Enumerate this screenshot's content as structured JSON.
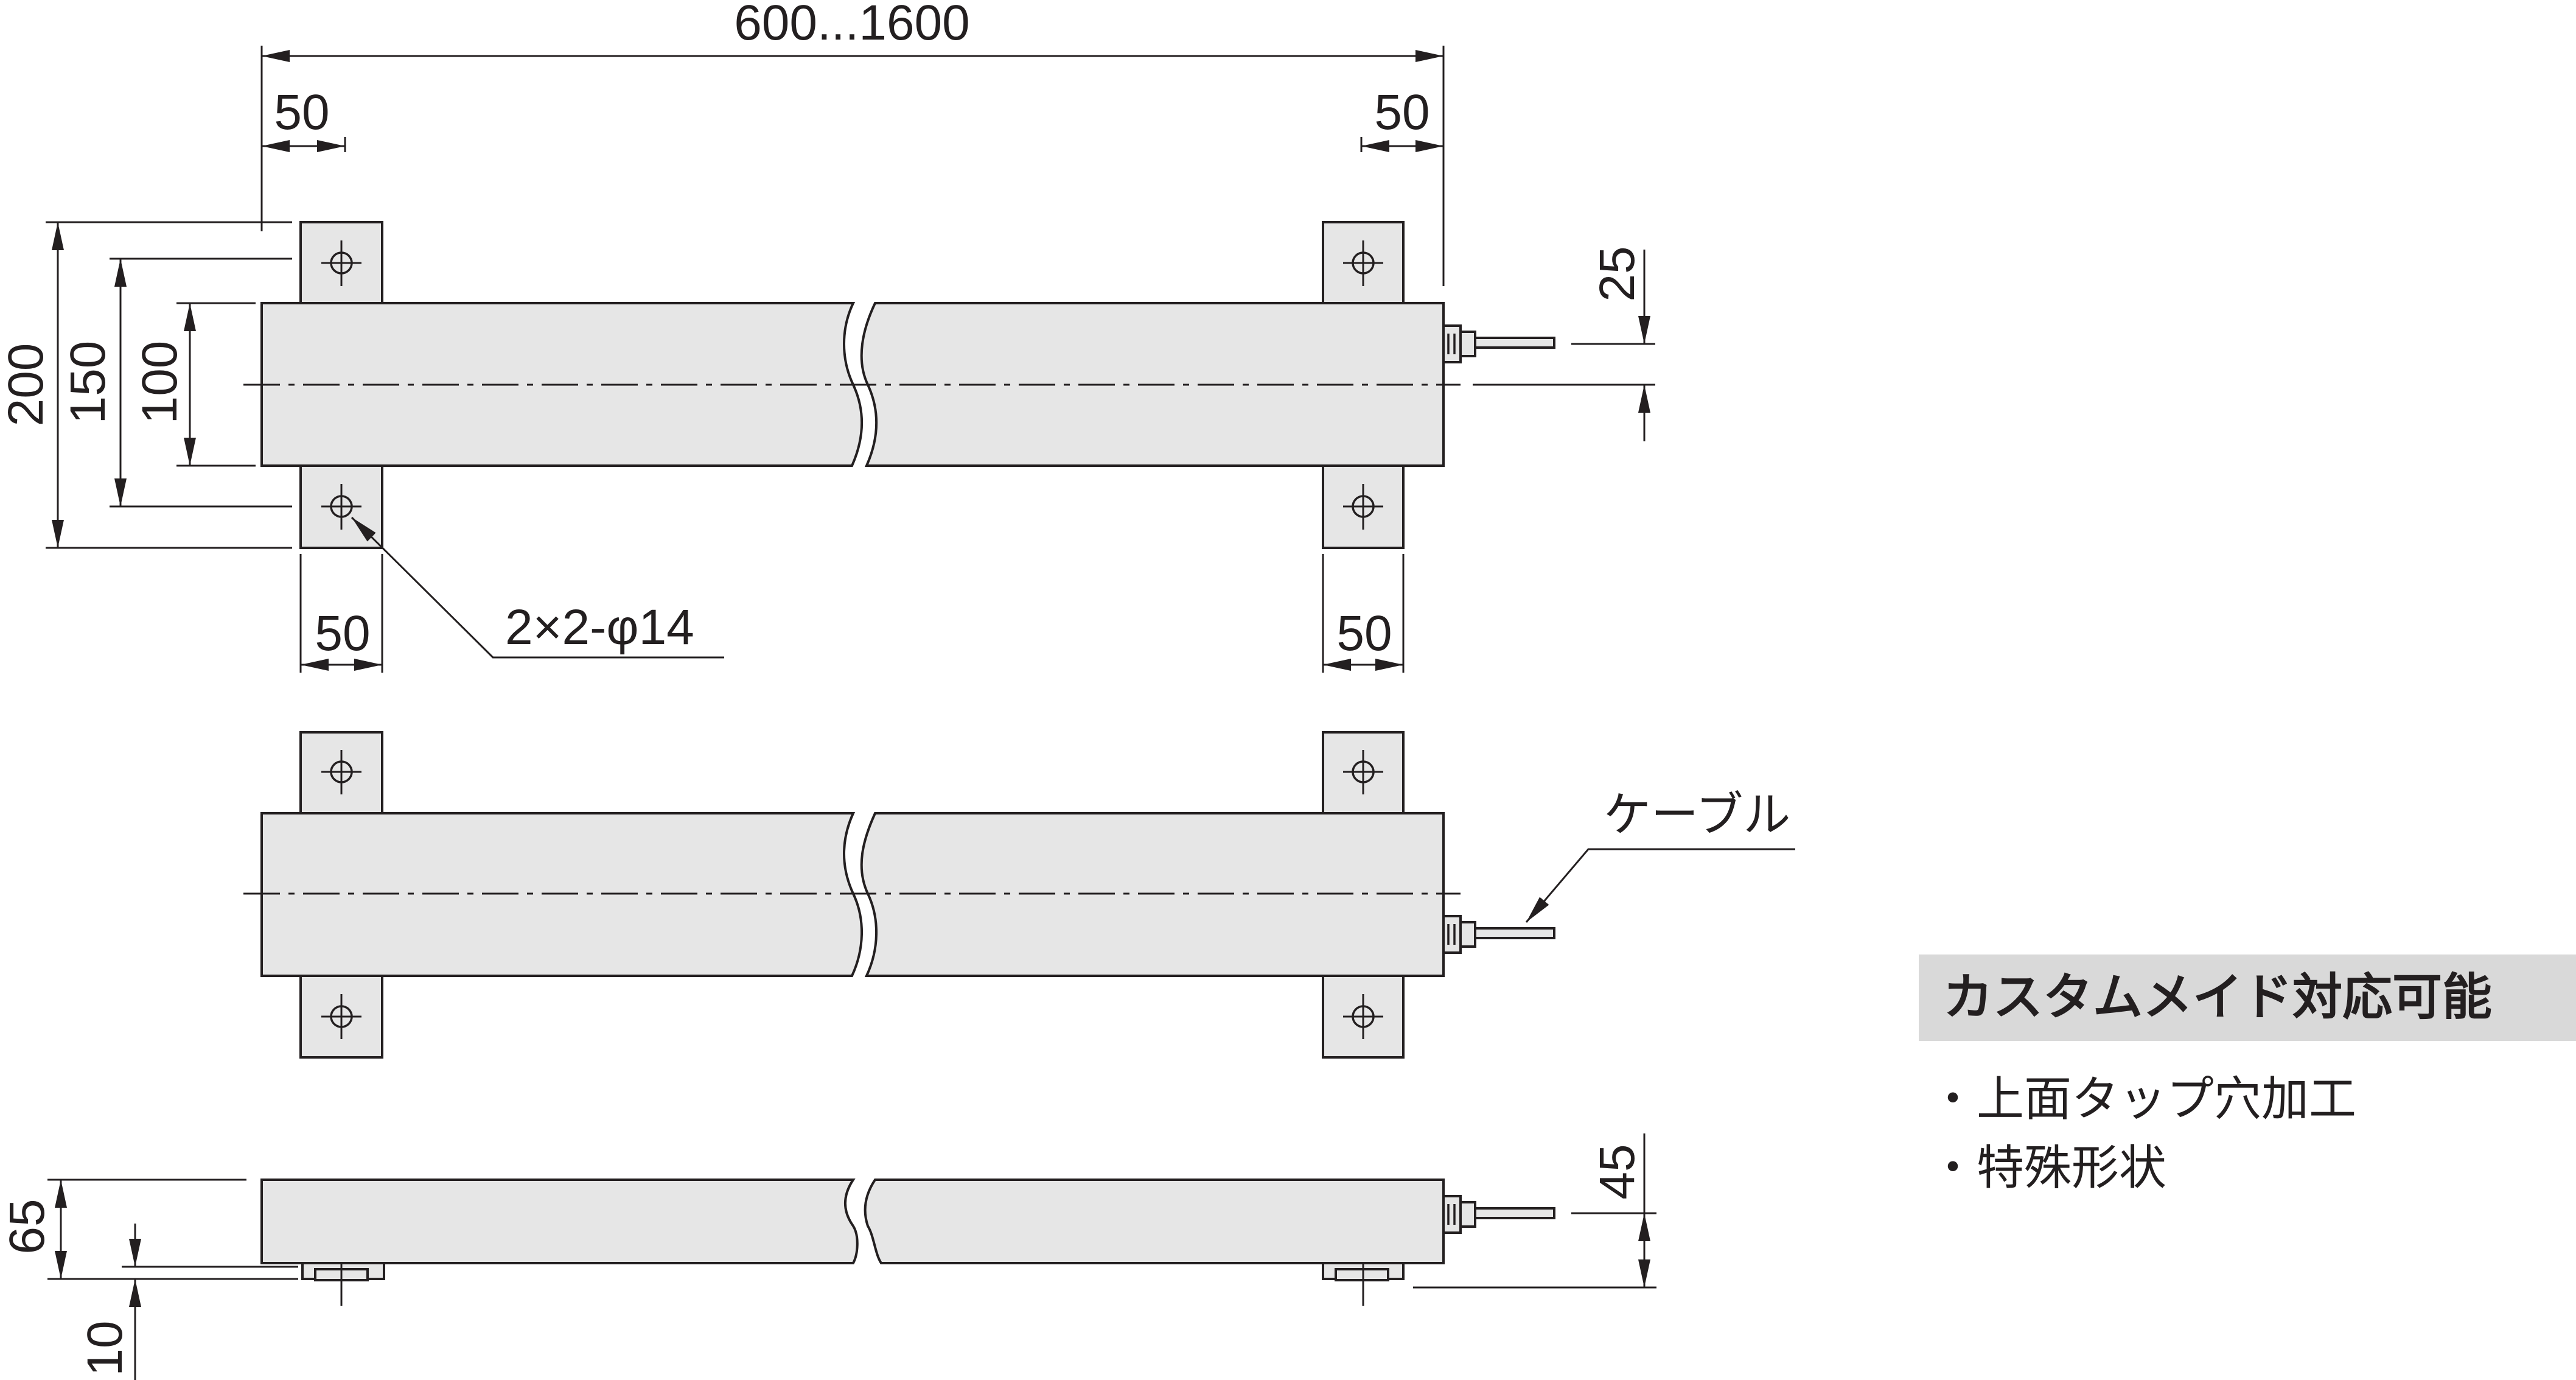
{
  "dimensions": {
    "overall_length": "600...1600",
    "bracket_width_top_left": "50",
    "bracket_width_top_right": "50",
    "bracket_width_bottom_left": "50",
    "bracket_width_bottom_right": "50",
    "total_height": "200",
    "hole_pitch": "150",
    "body_height": "100",
    "connector_offset": "25",
    "mounting_holes": "2×2-φ14",
    "side_height": "65",
    "side_bracket_thickness": "10",
    "side_connector_height": "45"
  },
  "labels": {
    "cable": "ケーブル"
  },
  "custom_panel": {
    "heading": "カスタムメイド対応可能",
    "items": [
      "・上面タップ穴加工",
      "・特殊形状"
    ]
  },
  "colors": {
    "body_fill": "#e6e6e6",
    "panel_fill": "#d9d9d9",
    "line": "#231f20"
  }
}
